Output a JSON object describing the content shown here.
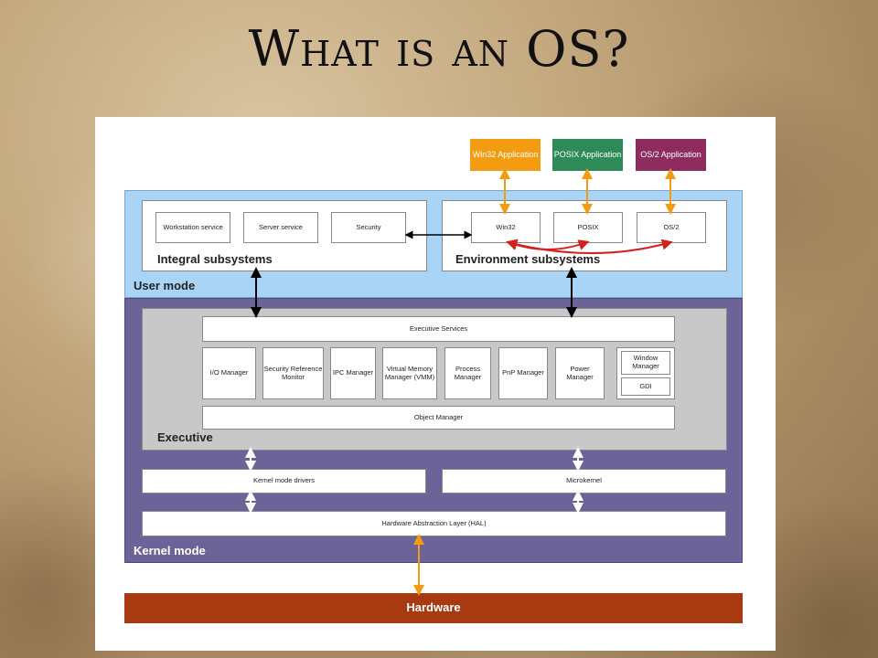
{
  "slide": {
    "title": "What is an OS?"
  },
  "applications": [
    {
      "label": "Win32 Application",
      "color": "#f39c12"
    },
    {
      "label": "POSIX Application",
      "color": "#2e8b57"
    },
    {
      "label": "OS/2 Application",
      "color": "#8e2c5e"
    }
  ],
  "user_mode": {
    "label": "User mode",
    "color": "#a9d4f5",
    "integral": {
      "label": "Integral subsystems",
      "items": [
        "Workstation service",
        "Server service",
        "Security"
      ]
    },
    "environment": {
      "label": "Environment subsystems",
      "items": [
        "Win32",
        "POSIX",
        "OS/2"
      ]
    }
  },
  "kernel_mode": {
    "label": "Kernel mode",
    "color": "#6c6499",
    "executive": {
      "label": "Executive",
      "services": "Executive Services",
      "managers": [
        "I/O Manager",
        "Security Reference Monitor",
        "IPC Manager",
        "Virtual Memory Manager (VMM)",
        "Process Manager",
        "PnP Manager",
        "Power Manager"
      ],
      "window_manager": "Window Manager",
      "gdi": "GDI",
      "object_manager": "Object Manager"
    },
    "kernel_mode_drivers": "Kernel mode drivers",
    "microkernel": "Microkernel",
    "hal": "Hardware Abstraction Layer (HAL)"
  },
  "hardware": {
    "label": "Hardware",
    "color": "#a83a12"
  },
  "colors": {
    "arrow_orange": "#f39c12",
    "arrow_red": "#d62020",
    "arrow_black": "#000000"
  }
}
